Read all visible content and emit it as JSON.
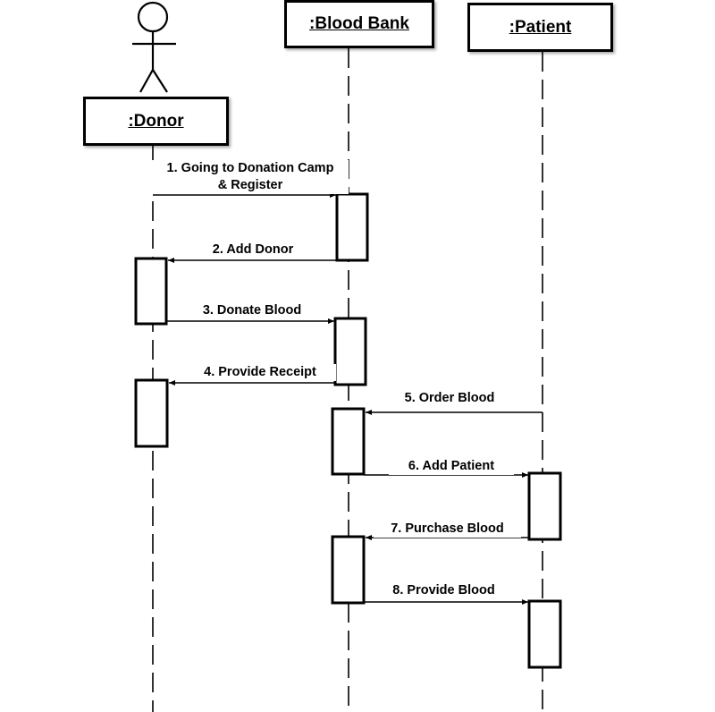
{
  "participants": {
    "donor": ":Donor",
    "blood_bank": ":Blood Bank",
    "patient": ":Patient"
  },
  "messages": [
    {
      "lines": [
        "1. Going to Donation Camp",
        "& Register"
      ]
    },
    {
      "lines": [
        "2. Add Donor"
      ]
    },
    {
      "lines": [
        "3. Donate Blood"
      ]
    },
    {
      "lines": [
        "4. Provide Receipt"
      ]
    },
    {
      "lines": [
        "5. Order Blood"
      ]
    },
    {
      "lines": [
        "6. Add Patient"
      ]
    },
    {
      "lines": [
        "7. Purchase Blood"
      ]
    },
    {
      "lines": [
        "8. Provide Blood"
      ]
    }
  ]
}
